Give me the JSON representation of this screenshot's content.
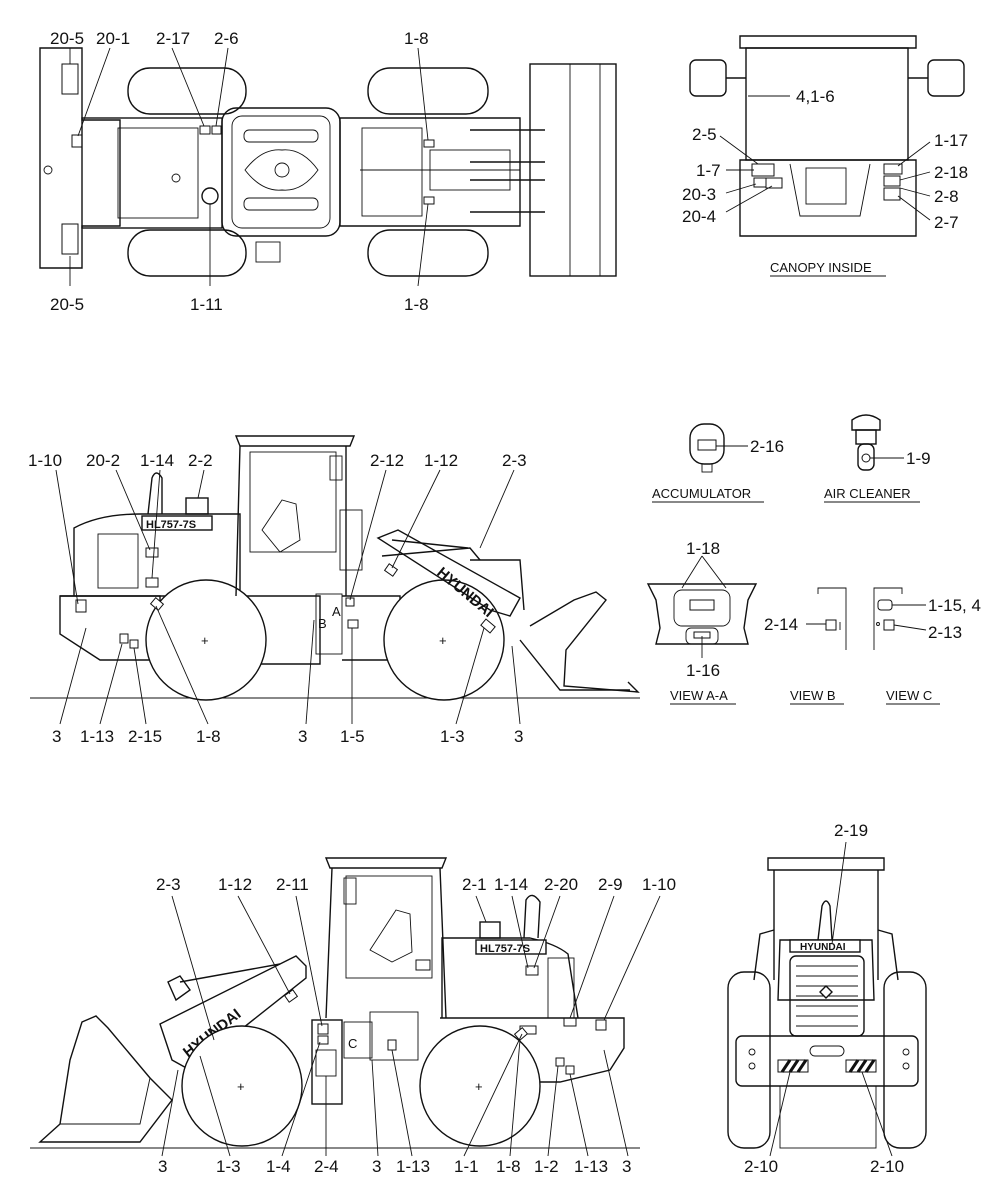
{
  "top_view": {
    "labels": [
      "20-5",
      "20-1",
      "2-17",
      "2-6",
      "1-8",
      "20-5",
      "1-11",
      "1-8"
    ]
  },
  "canopy": {
    "caption": "CANOPY INSIDE",
    "labels": [
      "4,1-6",
      "2-5",
      "1-7",
      "20-3",
      "20-4",
      "1-17",
      "2-18",
      "2-8",
      "2-7"
    ]
  },
  "side_left": {
    "model_text": "HL757-7S",
    "brand_text": "HYUNDAI",
    "view_marks": [
      "B",
      "A"
    ],
    "labels": [
      "1-10",
      "20-2",
      "1-14",
      "2-2",
      "2-12",
      "1-12",
      "2-3",
      "3",
      "1-13",
      "2-15",
      "1-8",
      "3",
      "1-5",
      "1-3",
      "3"
    ]
  },
  "accumulator": {
    "caption": "ACCUMULATOR",
    "label": "2-16"
  },
  "air_cleaner": {
    "caption": "AIR CLEANER",
    "label": "1-9"
  },
  "view_aa": {
    "caption": "VIEW A-A",
    "labels": [
      "1-18",
      "1-16"
    ]
  },
  "view_b": {
    "caption": "VIEW B",
    "label": "2-14"
  },
  "view_c": {
    "caption": "VIEW C",
    "labels": [
      "1-15, 4",
      "2-13"
    ]
  },
  "side_right": {
    "model_text": "HL757-7S",
    "brand_text": "HYUNDAI",
    "view_mark": "C",
    "labels": [
      "2-3",
      "1-12",
      "2-11",
      "2-1",
      "1-14",
      "2-20",
      "2-9",
      "1-10",
      "3",
      "1-3",
      "1-4",
      "2-4",
      "3",
      "1-13",
      "1-1",
      "1-8",
      "1-2",
      "1-13",
      "3"
    ]
  },
  "rear_view": {
    "brand_text": "HYUNDAI",
    "labels": [
      "2-19",
      "2-10",
      "2-10"
    ]
  }
}
